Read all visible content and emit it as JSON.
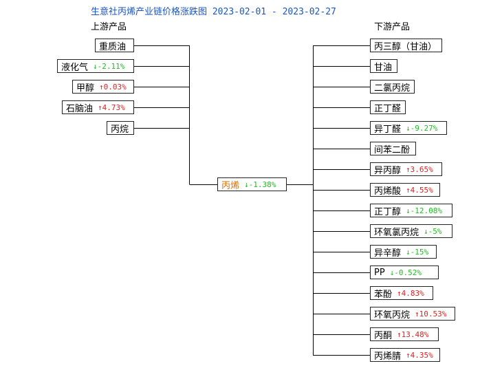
{
  "title": {
    "name": "生意社丙烯产业链价格涨跌图",
    "range": "2023-02-01 - 2023-02-27"
  },
  "headers": {
    "upstream": "上游产品",
    "downstream": "下游产品"
  },
  "center": {
    "name": "丙烯",
    "dir": "down",
    "arrow": "↓",
    "change": "-1.38%"
  },
  "upstream": [
    {
      "name": "重质油",
      "dir": "",
      "arrow": "",
      "change": ""
    },
    {
      "name": "液化气",
      "dir": "down",
      "arrow": "↓",
      "change": "-2.11%"
    },
    {
      "name": "甲醇",
      "dir": "up",
      "arrow": "↑",
      "change": "0.03%"
    },
    {
      "name": "石脑油",
      "dir": "up",
      "arrow": "↑",
      "change": "4.73%"
    },
    {
      "name": "丙烷",
      "dir": "",
      "arrow": "",
      "change": ""
    }
  ],
  "downstream": [
    {
      "name": "丙三醇（甘油）",
      "dir": "",
      "arrow": "",
      "change": ""
    },
    {
      "name": "甘油",
      "dir": "",
      "arrow": "",
      "change": ""
    },
    {
      "name": "二氯丙烷",
      "dir": "",
      "arrow": "",
      "change": ""
    },
    {
      "name": "正丁醛",
      "dir": "",
      "arrow": "",
      "change": ""
    },
    {
      "name": "异丁醛",
      "dir": "down",
      "arrow": "↓",
      "change": "-9.27%"
    },
    {
      "name": "间苯二酚",
      "dir": "",
      "arrow": "",
      "change": ""
    },
    {
      "name": "异丙醇",
      "dir": "up",
      "arrow": "↑",
      "change": "3.65%"
    },
    {
      "name": "丙烯酸",
      "dir": "up",
      "arrow": "↑",
      "change": "4.55%"
    },
    {
      "name": "正丁醇",
      "dir": "down",
      "arrow": "↓",
      "change": "-12.08%"
    },
    {
      "name": "环氧氯丙烷",
      "dir": "down",
      "arrow": "↓",
      "change": "-5%"
    },
    {
      "name": "异辛醇",
      "dir": "down",
      "arrow": "↓",
      "change": "-15%"
    },
    {
      "name": "PP",
      "dir": "down",
      "arrow": "↓",
      "change": "-0.52%"
    },
    {
      "name": "苯酚",
      "dir": "up",
      "arrow": "↑",
      "change": "4.83%"
    },
    {
      "name": "环氧丙烷",
      "dir": "up",
      "arrow": "↑",
      "change": "10.53%"
    },
    {
      "name": "丙酮",
      "dir": "up",
      "arrow": "↑",
      "change": "13.48%"
    },
    {
      "name": "丙烯腈",
      "dir": "up",
      "arrow": "↑",
      "change": "4.35%"
    }
  ],
  "colors": {
    "up": "#e02020",
    "down": "#22bb22",
    "title": "#1a55c0",
    "center": "#e07000"
  }
}
